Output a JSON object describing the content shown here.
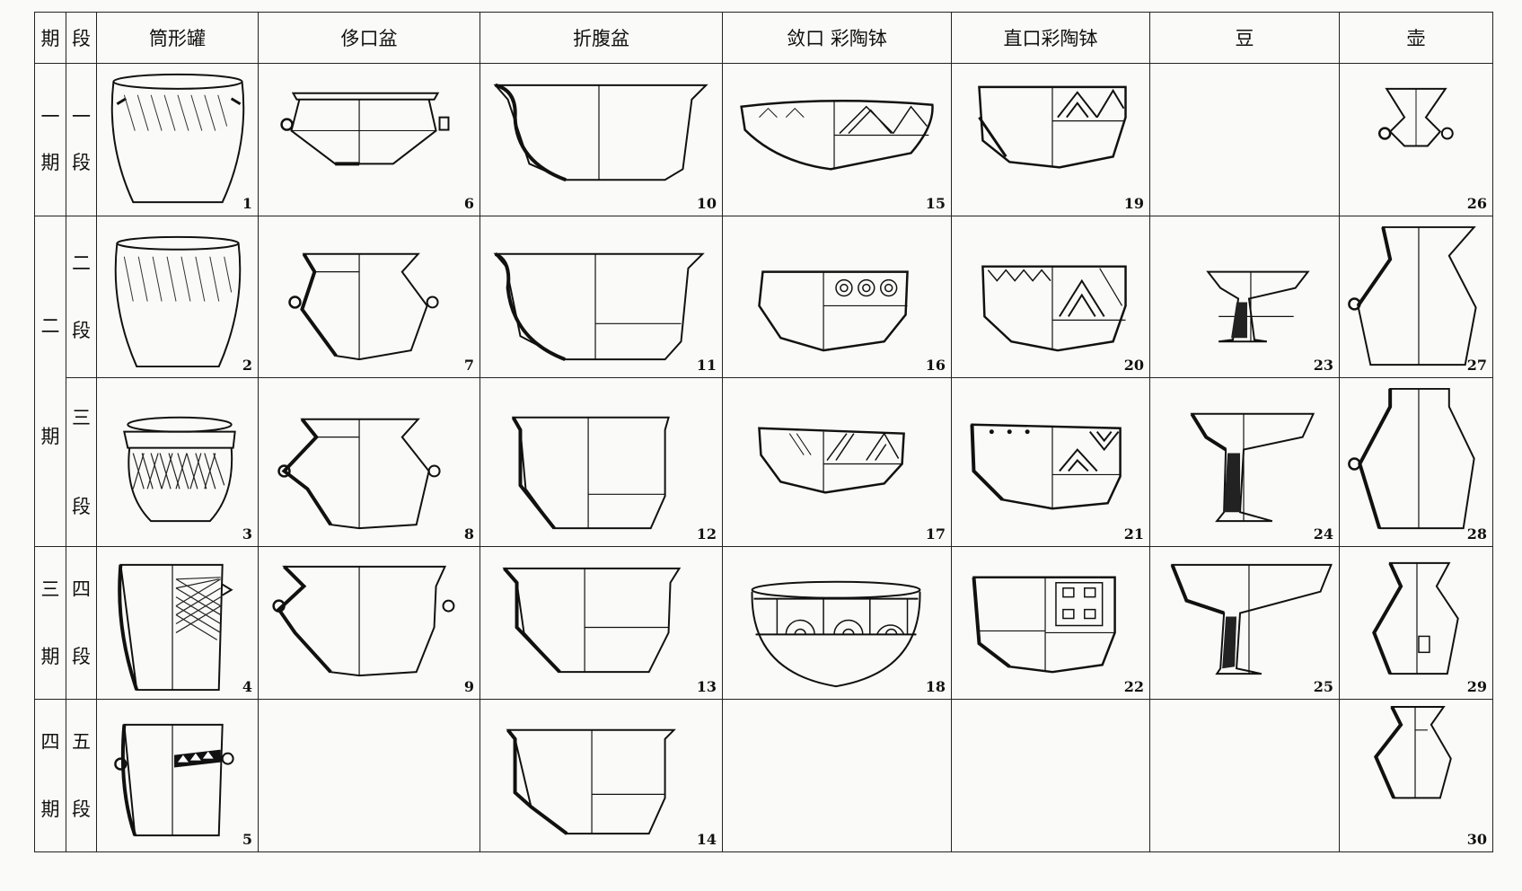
{
  "headers": {
    "period": "期",
    "stage": "段",
    "types": [
      "筒形罐",
      "侈口盆",
      "折腹盆",
      "敛口 彩陶钵",
      "直口彩陶钵",
      "豆",
      "壶"
    ]
  },
  "periods": [
    {
      "label": [
        "一",
        "期"
      ]
    },
    {
      "label": [
        "二",
        "期"
      ]
    },
    {
      "label": [
        "三",
        "期"
      ]
    },
    {
      "label": [
        "四",
        "期"
      ]
    }
  ],
  "stages": [
    {
      "label": [
        "一",
        "段"
      ]
    },
    {
      "label": [
        "二",
        "段"
      ]
    },
    {
      "label": [
        "三",
        "段"
      ]
    },
    {
      "label": [
        "四",
        "段"
      ]
    },
    {
      "label": [
        "五",
        "段"
      ]
    }
  ],
  "numbers": [
    [
      "1",
      "6",
      "10",
      "15",
      "19",
      "",
      "26"
    ],
    [
      "2",
      "7",
      "11",
      "16",
      "20",
      "23",
      "27"
    ],
    [
      "3",
      "8",
      "12",
      "17",
      "21",
      "24",
      "28"
    ],
    [
      "4",
      "9",
      "13",
      "18",
      "22",
      "25",
      "29"
    ],
    [
      "5",
      "",
      "14",
      "",
      "",
      "",
      "30"
    ]
  ]
}
